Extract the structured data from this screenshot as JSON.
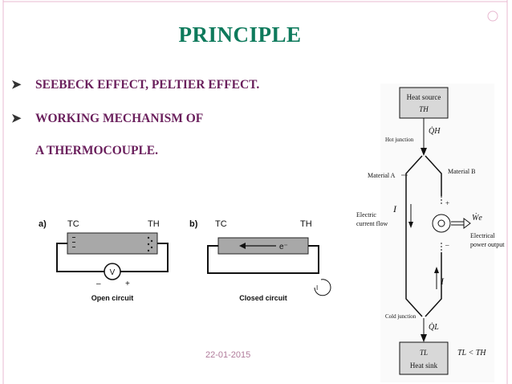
{
  "slide": {
    "title": "PRINCIPLE",
    "bullets": [
      {
        "text": "SEEBECK EFFECT, PELTIER EFFECT."
      },
      {
        "text": "WORKING MECHANISM OF"
      }
    ],
    "bullet_continuation": "A THERMOCOUPLE.",
    "date": "22-01-2015"
  },
  "colors": {
    "title": "#0e7a5c",
    "bullet_text": "#6a1f5c",
    "frame_line": "#e8b8d0",
    "date": "#b07a9a"
  },
  "figure_a": {
    "label": "a)",
    "tc": "TC",
    "th": "TH",
    "meter": "V",
    "minus": "–",
    "plus": "+",
    "caption": "Open circuit"
  },
  "figure_b": {
    "label": "b)",
    "tc": "TC",
    "th": "TH",
    "electron": "e⁻",
    "current": "I",
    "caption": "Closed circuit"
  },
  "thermo": {
    "heat_source": "Heat source",
    "th": "TH",
    "qh": "Q̇H",
    "hot_junction": "Hot junction",
    "material_a": "Material A",
    "material_b": "Material B",
    "electric_flow_1": "Electric",
    "electric_flow_2": "current flow",
    "current_left": "I",
    "current_right": "I",
    "power_1": "Electrical",
    "power_2": "power output",
    "we": "Ẇe",
    "plus": "+",
    "minus": "–",
    "cold_junction": "Cold junction",
    "ql": "Q̇L",
    "tl": "TL",
    "heat_sink": "Heat sink",
    "relation": "TL < TH"
  }
}
